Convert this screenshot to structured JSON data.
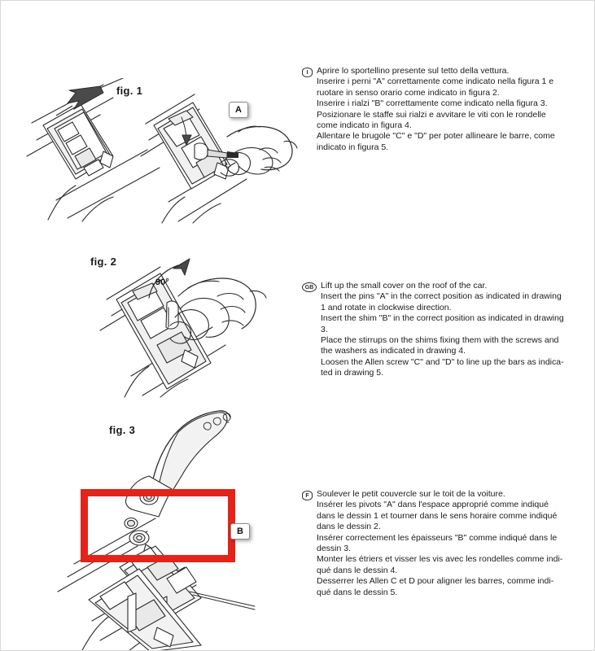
{
  "figures": [
    {
      "id": "fig1",
      "label": "fig. 1",
      "callout": "A"
    },
    {
      "id": "fig2",
      "label": "fig. 2",
      "angle": "90°"
    },
    {
      "id": "fig3",
      "label": "fig. 3",
      "callout": "B"
    }
  ],
  "callouts": {
    "a": "A",
    "b": "B",
    "angle": "90°"
  },
  "highlight": {
    "color": "#e2241b"
  },
  "instructions": [
    {
      "lang_code": "I",
      "lang": "italian",
      "lines": [
        "Aprire lo sportellino presente sul tetto della vettura.",
        "Inserire i perni \"A\" correttamente come indicato nella figura 1 e",
        "ruotare in senso orario come indicato in figura 2.",
        "Inserire i rialzi \"B\" correttamente come indicato nella figura 3.",
        "Posizionare le staffe sui rialzi e avvitare le viti con le rondelle",
        "come indicato in figura 4.",
        "Allentare le brugole \"C\" e \"D\" per poter allineare le barre, come",
        "indicato in figura 5."
      ]
    },
    {
      "lang_code": "GB",
      "lang": "english",
      "lines": [
        "Lift up the small cover on the roof of the car.",
        "Insert the pins \"A\" in the correct position as indicated in drawing",
        "1 and rotate in clockwise direction.",
        "Insert the shim \"B\" in the correct position as indicated in drawing",
        "3.",
        "Place the stirrups on the shims fixing them with the screws and",
        "the washers as indicated in drawing 4.",
        "Loosen the Allen screw \"C\" and \"D\" to line up the bars as indica-",
        "ted in drawing 5."
      ]
    },
    {
      "lang_code": "F",
      "lang": "french",
      "lines": [
        "Soulever le petit couvercle sur le toit de la voiture.",
        "Insérer les pivots \"A\" dans l'espace approprié comme indiqué",
        "dans le dessin 1 et tourner dans le sens horaire comme indiqué",
        "dans le dessin 2.",
        "Insérer correctement les épaisseurs \"B\" comme indiqué dans le",
        "dessin 3.",
        "Monter les étriers et visser les vis avec les rondelles comme indi-",
        "qué dans le dessin 4.",
        "Desserrer les Allen C et D pour aligner les barres, comme indi-",
        "qué dans le dessin 5."
      ]
    }
  ]
}
